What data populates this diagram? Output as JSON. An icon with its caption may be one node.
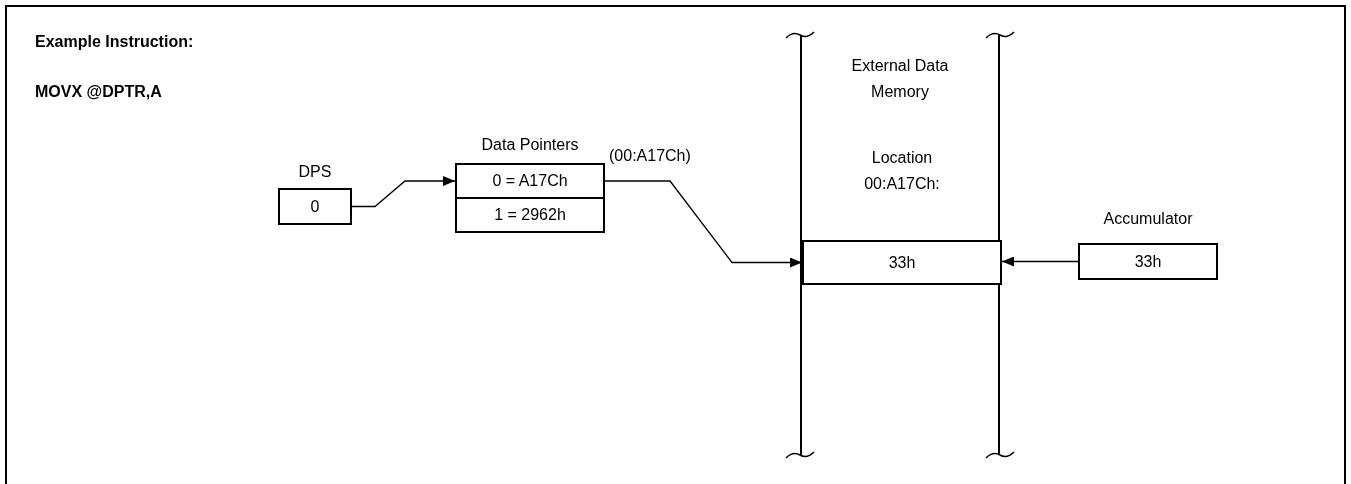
{
  "diagram": {
    "nodes": [
      {
        "text": [
          "DPS",
          "0"
        ]
      },
      {
        "text": [
          "Data Pointers"
        ]
      },
      {
        "text": [
          "0 = A17Ch"
        ],
        "in": 1
      },
      {
        "text": [
          "1 = 2962h"
        ],
        "in": 1
      },
      {
        "text": [
          "External Data Memory"
        ]
      },
      {
        "text": [
          "Location 00:A17Ch:",
          "33h"
        ],
        "in": 4
      },
      {
        "text": [
          "Accumulator",
          "33h"
        ]
      }
    ],
    "edges": [
      {
        "from": 0,
        "to": 2,
        "arrow": "to"
      },
      {
        "from": 2,
        "to": 5,
        "arrow": "to",
        "label": "(00:A17Ch)"
      },
      {
        "from": 6,
        "to": 5,
        "arrow": "to"
      }
    ],
    "labels": [
      "Example Instruction:",
      "MOVX @DPTR,A"
    ]
  }
}
